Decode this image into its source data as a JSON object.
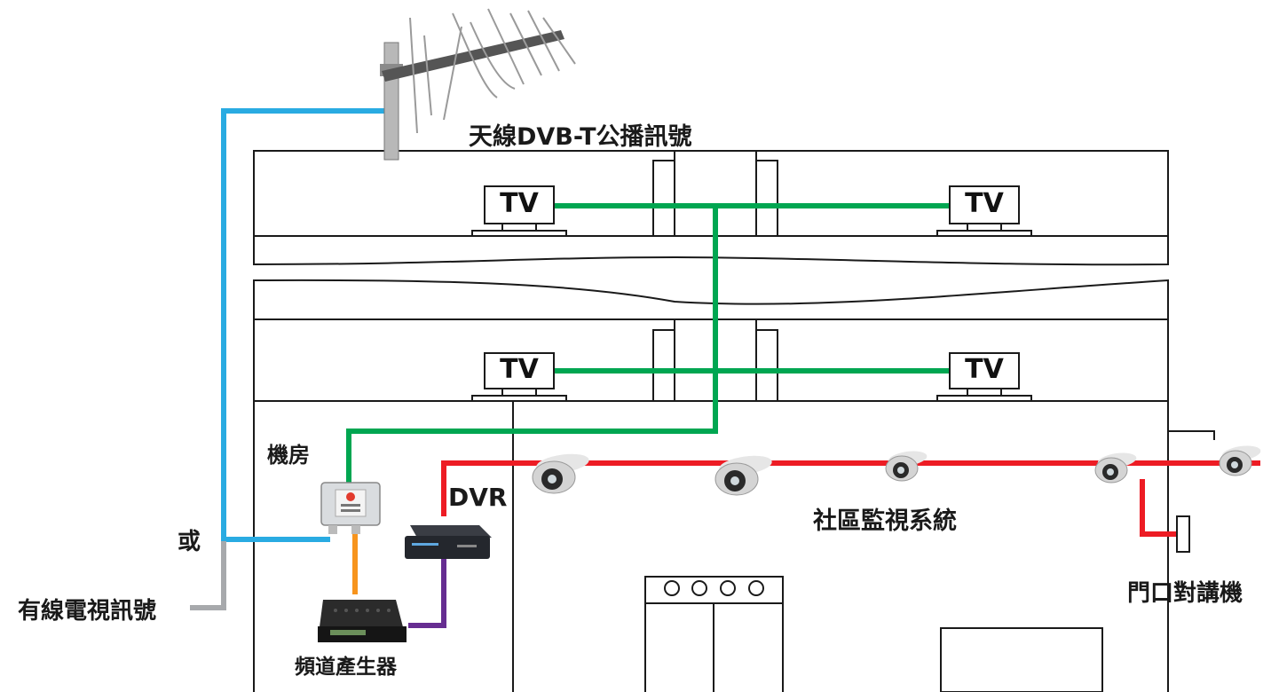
{
  "labels": {
    "antenna": "天線DVB-T公播訊號",
    "machine_room": "機房",
    "or": "或",
    "cable_tv": "有線電視訊號",
    "channel_generator": "頻道產生器",
    "dvr": "DVR",
    "surveillance": "社區監視系統",
    "door_intercom": "門口對講機",
    "tv": "TV"
  },
  "colors": {
    "outline": "#1a1a1a",
    "blue_cable": "#29abe2",
    "green_cable": "#00a651",
    "red_cable": "#ed1c24",
    "orange_cable": "#f7941d",
    "purple_cable": "#662d91",
    "grey_cable": "#a7a9ac"
  }
}
